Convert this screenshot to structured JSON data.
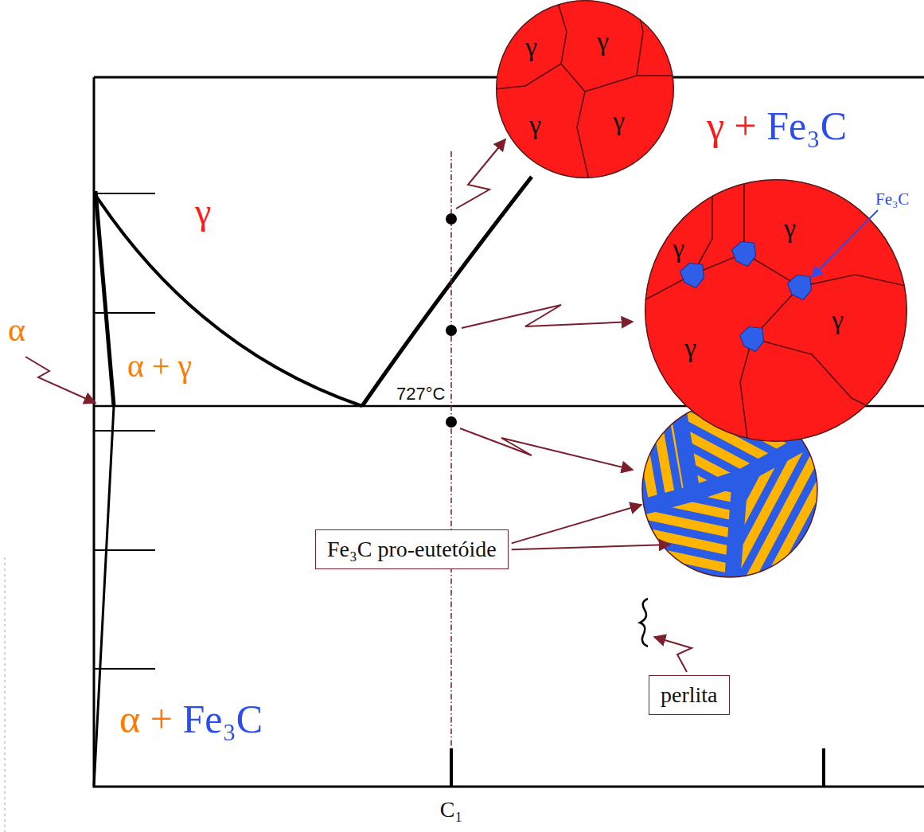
{
  "diagram": {
    "nodes": [
      {
        "text": [
          "γ",
          "γ",
          "γ",
          "γ"
        ]
      },
      {
        "text": [
          "γ",
          "γ",
          "γ",
          "γ",
          "Fe₃C"
        ]
      },
      {
        "text": [
          "Fe₃C pro-eutetóide"
        ]
      },
      {
        "text": [
          "perlita"
        ]
      }
    ],
    "labels": [
      "γ",
      "γ + Fe₃C",
      "α",
      "α + γ",
      "727°C",
      "α + Fe₃C",
      "C₁"
    ]
  }
}
